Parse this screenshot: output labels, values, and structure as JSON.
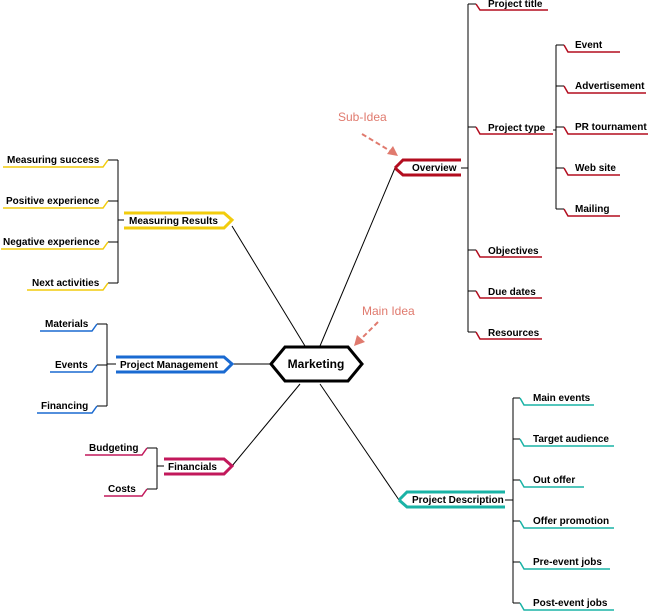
{
  "center": {
    "label": "Marketing"
  },
  "annotations": {
    "sub_idea": "Sub-Idea",
    "main_idea": "Main Idea",
    "color": "#e07a6e"
  },
  "branches": {
    "overview": {
      "label": "Overview",
      "color": "#b30d1f",
      "children": [
        "Project title",
        "Project type",
        "Objectives",
        "Due dates",
        "Resources"
      ],
      "project_type_children": [
        "Event",
        "Advertisement",
        "PR tournament",
        "Web site",
        "Mailing"
      ]
    },
    "measuring_results": {
      "label": "Measuring Results",
      "color": "#f2cc0d",
      "children": [
        "Measuring success",
        "Positive experience",
        "Negative experience",
        "Next activities"
      ]
    },
    "project_management": {
      "label": "Project Management",
      "color": "#1a6ad1",
      "children": [
        "Materials",
        "Events",
        "Financing"
      ]
    },
    "financials": {
      "label": "Financials",
      "color": "#c2185b",
      "children": [
        "Budgeting",
        "Costs"
      ]
    },
    "project_description": {
      "label": "Project Description",
      "color": "#1ab3a6",
      "children": [
        "Main events",
        "Target audience",
        "Out offer",
        "Offer promotion",
        "Pre-event jobs",
        "Post-event jobs"
      ]
    }
  }
}
